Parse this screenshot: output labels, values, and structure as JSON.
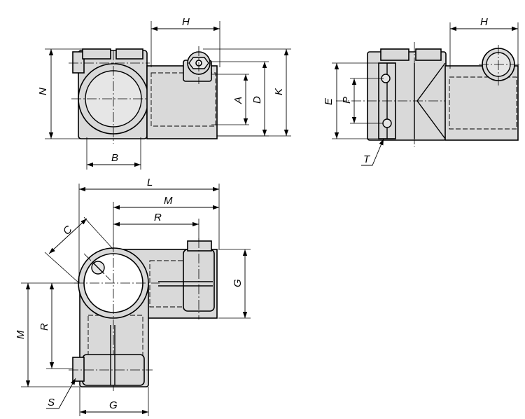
{
  "views": {
    "front": {
      "labels": {
        "H": "H",
        "N": "N",
        "A": "A",
        "D": "D",
        "K": "K",
        "B": "B"
      }
    },
    "side": {
      "labels": {
        "H": "H",
        "E": "E",
        "P": "P",
        "T": "T"
      }
    },
    "top": {
      "labels": {
        "L": "L",
        "M_top": "M",
        "R_top": "R",
        "C": "C",
        "G_right": "G",
        "M_left": "M",
        "R_left": "R",
        "S": "S",
        "G_bottom": "G"
      }
    }
  }
}
